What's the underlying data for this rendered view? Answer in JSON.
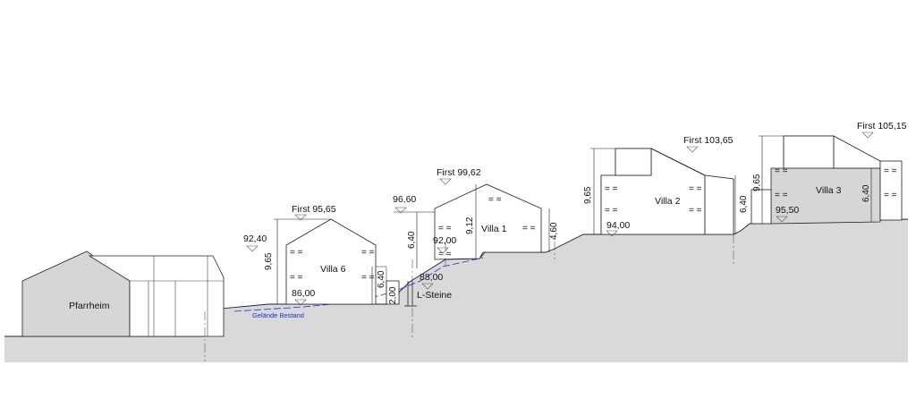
{
  "buildings": {
    "pfarrheim": {
      "label": "Pfarrheim"
    },
    "villa6": {
      "label": "Villa 6",
      "first": "First 95,65",
      "height": "9,65",
      "level_top": "92,40",
      "level_floor": "86,00",
      "dim_640": "6,40",
      "dim_200": "2,00"
    },
    "villa1": {
      "label": "Villa 1",
      "first": "First 99,62",
      "height": "9,12",
      "level_top": "96,60",
      "dim_640": "6,40",
      "level_floor": "92,00",
      "dim_460": "4,60"
    },
    "villa2": {
      "label": "Villa 2",
      "first": "First 103,65",
      "height": "9,65",
      "level_floor": "94,00",
      "dim_640": "6,40"
    },
    "villa3": {
      "label": "Villa 3",
      "first": "First 105,15",
      "height": "9,65",
      "level_floor": "95,50",
      "dim_640": "6,40"
    }
  },
  "annotations": {
    "l_steine_level": "88,00",
    "l_steine": "L-Steine",
    "gelaende": "Gelände Bestand"
  },
  "colors": {
    "terrain_fill": "#d9d9d9",
    "existing_terrain_line": "#1a2fd8",
    "grey_building": "#d6d6d6"
  }
}
